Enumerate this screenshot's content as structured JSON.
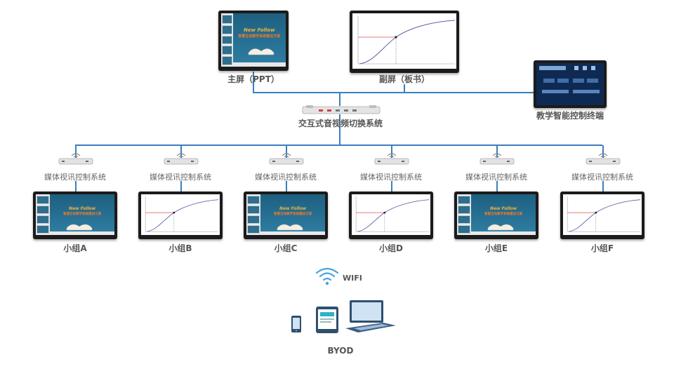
{
  "main_screen": {
    "label": "主屏（PPT）"
  },
  "sub_screen": {
    "label": "副屏（板书）"
  },
  "switcher": {
    "label": "交互式音视频切换系统"
  },
  "control_terminal": {
    "label": "教学智能控制终端"
  },
  "slide": {
    "title": "New Follow",
    "subtitle": "智慧互动教学系统建设方案"
  },
  "groups": [
    {
      "media_label": "媒体视讯控制系统",
      "label": "小组A",
      "screen": "ppt"
    },
    {
      "media_label": "媒体视讯控制系统",
      "label": "小组B",
      "screen": "graph"
    },
    {
      "media_label": "媒体视讯控制系统",
      "label": "小组C",
      "screen": "ppt"
    },
    {
      "media_label": "媒体视讯控制系统",
      "label": "小组D",
      "screen": "graph"
    },
    {
      "media_label": "媒体视讯控制系统",
      "label": "小组E",
      "screen": "ppt"
    },
    {
      "media_label": "媒体视讯控制系统",
      "label": "小组F",
      "screen": "graph"
    }
  ],
  "wifi": {
    "label": "WIFI"
  },
  "byod": {
    "label": "BYOD"
  },
  "colors": {
    "line": "#3a7fc1",
    "label": "#555555",
    "curve": "#5b5fa8",
    "marker": "#d9534f"
  }
}
